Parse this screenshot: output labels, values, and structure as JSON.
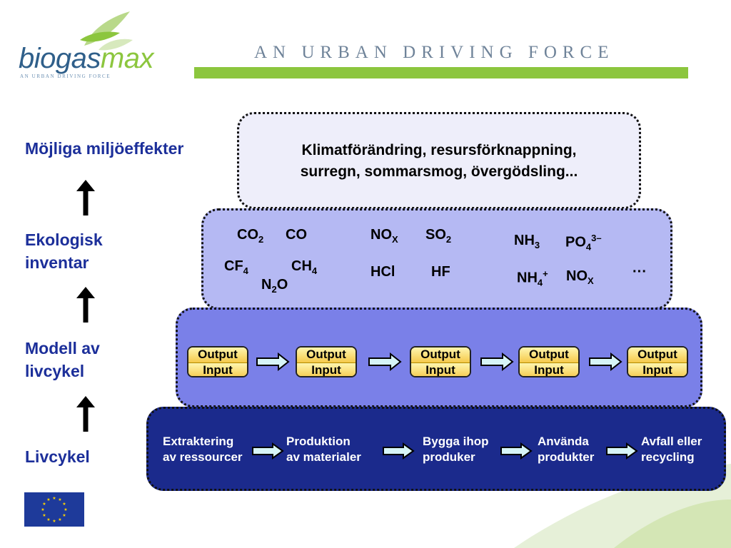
{
  "logo": {
    "word_a": "biogas",
    "word_b": "max",
    "sub": "AN URBAN DRIVING FORCE"
  },
  "header": {
    "tagline": "AN URBAN DRIVING FORCE"
  },
  "left_labels": {
    "effects": "Möjliga miljöeffekter",
    "inventory_1": "Ekologisk",
    "inventory_2": "inventar",
    "model_1": "Modell av",
    "model_2": "livcykel",
    "lifecycle": "Livcykel"
  },
  "effects_box": {
    "line1": "Klimatförändring, resursförknappning,",
    "line2": "surregn, sommarsmog, övergödsling..."
  },
  "inventory": {
    "co2": {
      "base": "CO",
      "sub": "2"
    },
    "co": "CO",
    "nox1": {
      "base": "NO",
      "sub": "X"
    },
    "so2": {
      "base": "SO",
      "sub": "2"
    },
    "nh3": {
      "base": "NH",
      "sub": "3"
    },
    "po4": {
      "base": "PO",
      "sub": "4",
      "sup": "3–"
    },
    "cf4": {
      "base": "CF",
      "sub": "4"
    },
    "ch4": {
      "base": "CH",
      "sub": "4"
    },
    "n2o": {
      "a": "N",
      "sub": "2",
      "b": "O"
    },
    "hcl": "HCl",
    "hf": "HF",
    "nh4": {
      "base": "NH",
      "sub": "4",
      "sup": "+"
    },
    "nox2": {
      "base": "NO",
      "sub": "X"
    },
    "ellipsis": "···"
  },
  "model": {
    "output_label": "Output",
    "input_label": "Input"
  },
  "lifecycle": {
    "steps": [
      {
        "line1": "Extraktering",
        "line2": "av ressourcer"
      },
      {
        "line1": "Produktion",
        "line2": "av materialer"
      },
      {
        "line1": "Bygga ihop",
        "line2": "produker"
      },
      {
        "line1": "Använda",
        "line2": "produkter"
      },
      {
        "line1": "Avfall eller",
        "line2": "recycling"
      }
    ]
  },
  "colors": {
    "label_blue": "#1c2f9a",
    "green": "#8cc63e",
    "box1": "#eeeefa",
    "box2": "#b5b9f3",
    "box3": "#7a80e8",
    "box4": "#1b2a8c",
    "arrow_fill": "#d7f5f7"
  }
}
